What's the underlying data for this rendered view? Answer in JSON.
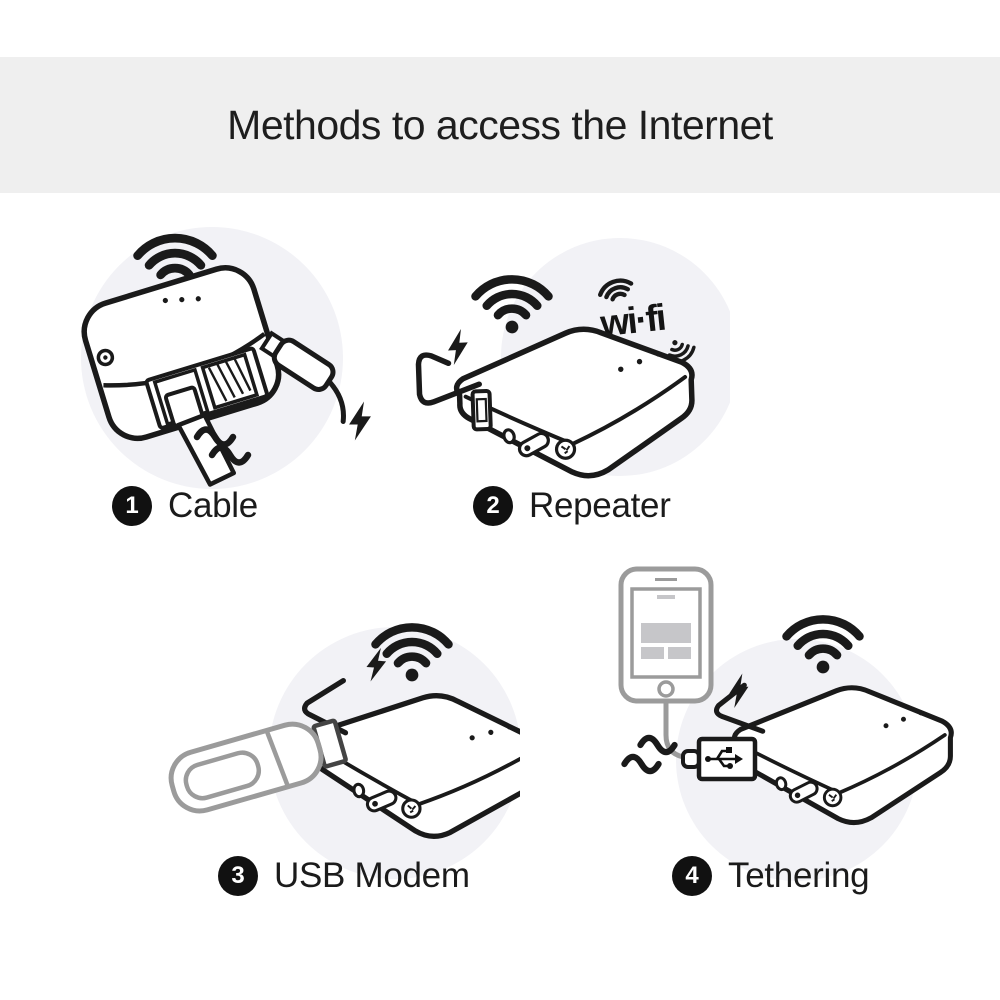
{
  "header": {
    "title": "Methods to access the Internet",
    "background": "#efefef",
    "text_color": "#1e1e1e"
  },
  "methods": [
    {
      "number": "1",
      "label": "Cable",
      "icons": [
        "wifi-signal-icon",
        "router-rear-icon",
        "ethernet-port",
        "ethernet-cable-icon",
        "power-plug-icon",
        "lightning-bolt-icon",
        "interference-squiggle-icon"
      ]
    },
    {
      "number": "2",
      "label": "Repeater",
      "wifi_logo_text": "wi·fi",
      "icons": [
        "wifi-signal-icon",
        "wifi-logo",
        "router-icon",
        "usb-port",
        "power-cord-icon",
        "lightning-bolt-icon"
      ]
    },
    {
      "number": "3",
      "label": "USB Modem",
      "icons": [
        "wifi-signal-icon",
        "usb-modem-stick-icon",
        "router-icon",
        "power-cord-icon",
        "lightning-bolt-icon"
      ]
    },
    {
      "number": "4",
      "label": "Tethering",
      "icons": [
        "smartphone-icon",
        "usb-plug-icon",
        "usb-trident-icon",
        "wifi-signal-icon",
        "router-icon",
        "power-cord-icon",
        "lightning-bolt-icon",
        "interference-squiggle-icon"
      ]
    }
  ],
  "badge": {
    "background": "#111111",
    "text_color": "#ffffff"
  },
  "artwork": {
    "line_color": "#1a1a1a",
    "gray_line_color": "#9b9b9b",
    "circle_background": "#f2f2f6",
    "page_background": "#ffffff"
  }
}
